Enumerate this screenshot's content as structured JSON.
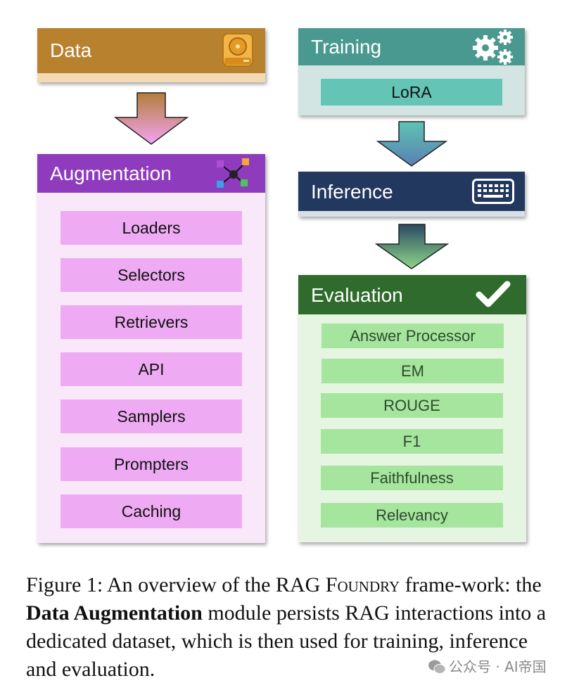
{
  "data_panel": {
    "title": "Data",
    "icon": "hard-drive-icon"
  },
  "augmentation": {
    "title": "Augmentation",
    "icon": "network-nodes-icon",
    "items": [
      "Loaders",
      "Selectors",
      "Retrievers",
      "API",
      "Samplers",
      "Prompters",
      "Caching"
    ]
  },
  "training": {
    "title": "Training",
    "icon": "gears-icon",
    "items": [
      "LoRA"
    ]
  },
  "inference": {
    "title": "Inference",
    "icon": "keyboard-icon"
  },
  "evaluation": {
    "title": "Evaluation",
    "icon": "checkmark-icon",
    "items": [
      "Answer Processor",
      "EM",
      "ROUGE",
      "F1",
      "Faithfulness",
      "Relevancy"
    ]
  },
  "caption": {
    "prefix": "Figure 1:  An overview of the RAG ",
    "name_sc": "Foundry",
    "after_name": " frame-work: the ",
    "bold": "Data Augmentation",
    "rest": " module persists RAG interactions into a dedicated dataset, which is then used for training, inference and evaluation."
  },
  "watermark": "公众号 · AI帝国",
  "colors": {
    "data": "#b8812e",
    "augmentation": "#8e3bbd",
    "aug_item": "#eeaaf3",
    "training": "#4a9990",
    "lora": "#64c4b6",
    "inference": "#23385e",
    "evaluation": "#2e6b2c",
    "eval_item": "#a5e59e"
  }
}
